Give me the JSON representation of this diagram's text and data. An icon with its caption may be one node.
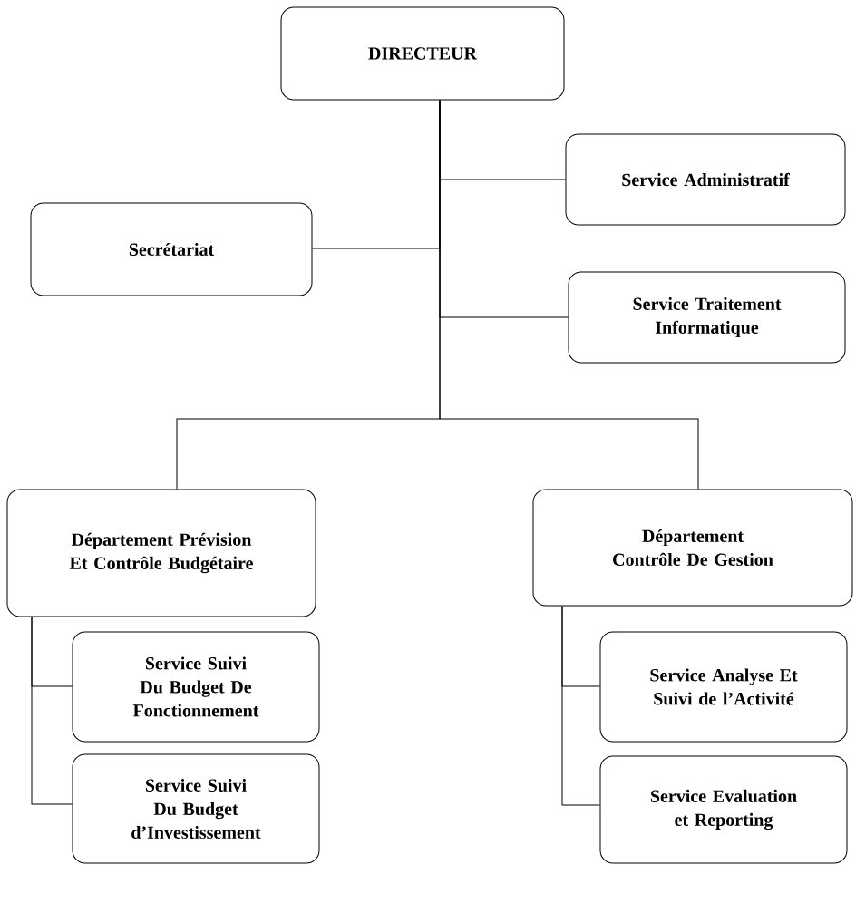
{
  "diagram": {
    "nodes": [
      {
        "text": [
          "DIRECTEUR"
        ]
      },
      {
        "text": [
          "Service Administratif"
        ]
      },
      {
        "text": [
          "Secrétariat"
        ]
      },
      {
        "text": [
          "Service Traitement Informatique"
        ]
      },
      {
        "text": [
          "Département Prévision Et Contrôle Budgétaire"
        ]
      },
      {
        "text": [
          "Département Contrôle De Gestion"
        ]
      },
      {
        "text": [
          "Service Suivi Du Budget De Fonctionnement"
        ]
      },
      {
        "text": [
          "Service Suivi Du Budget d’Investissement"
        ]
      },
      {
        "text": [
          "Service Analyse Et Suivi de l’Activité"
        ]
      },
      {
        "text": [
          "Service Evaluation et Reporting"
        ]
      }
    ],
    "edges": [
      {
        "from": 0,
        "to": 1,
        "arrow": "none"
      },
      {
        "from": 0,
        "to": 2,
        "arrow": "none"
      },
      {
        "from": 0,
        "to": 3,
        "arrow": "none"
      },
      {
        "from": 0,
        "to": 4,
        "arrow": "none"
      },
      {
        "from": 0,
        "to": 5,
        "arrow": "none"
      },
      {
        "from": 4,
        "to": 6,
        "arrow": "none"
      },
      {
        "from": 4,
        "to": 7,
        "arrow": "none"
      },
      {
        "from": 5,
        "to": 8,
        "arrow": "none"
      },
      {
        "from": 5,
        "to": 9,
        "arrow": "none"
      }
    ]
  }
}
